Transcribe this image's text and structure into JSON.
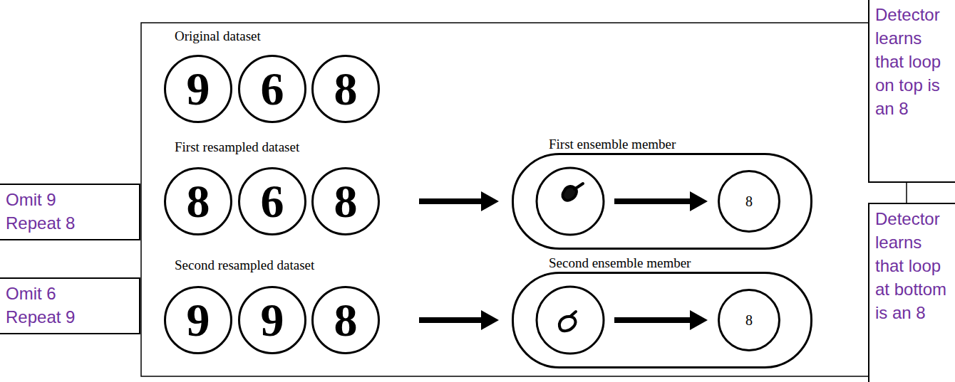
{
  "diagram": {
    "nodes": [
      {
        "text": [
          "9"
        ]
      },
      {
        "text": [
          "6"
        ]
      },
      {
        "text": [
          "8"
        ]
      },
      {
        "text": [
          "8"
        ]
      },
      {
        "text": [
          "6"
        ]
      },
      {
        "text": [
          "8"
        ]
      },
      {
        "text": [
          "First ensemble member"
        ]
      },
      {
        "text": [
          "8"
        ],
        "in": 6
      },
      {
        "text": [
          "9"
        ]
      },
      {
        "text": [
          "9"
        ]
      },
      {
        "text": [
          "8"
        ]
      },
      {
        "text": [
          "Second ensemble member"
        ]
      },
      {
        "text": [
          "8"
        ],
        "in": 11
      },
      {
        "text": [
          "Detector learns that loop on top is an 8"
        ]
      },
      {
        "text": [
          "Omit 9 Repeat 8"
        ]
      },
      {
        "text": [
          "Detector learns that loop at bottom is an 8"
        ]
      },
      {
        "text": [
          "Omit 6 Repeat 9"
        ]
      }
    ],
    "edges": [
      {
        "from": 5,
        "to": 6,
        "arrow": "to"
      },
      {
        "from": 10,
        "to": 11,
        "arrow": "to"
      }
    ],
    "labels": [
      "Original dataset",
      "First resampled dataset",
      "Second resampled dataset"
    ]
  }
}
